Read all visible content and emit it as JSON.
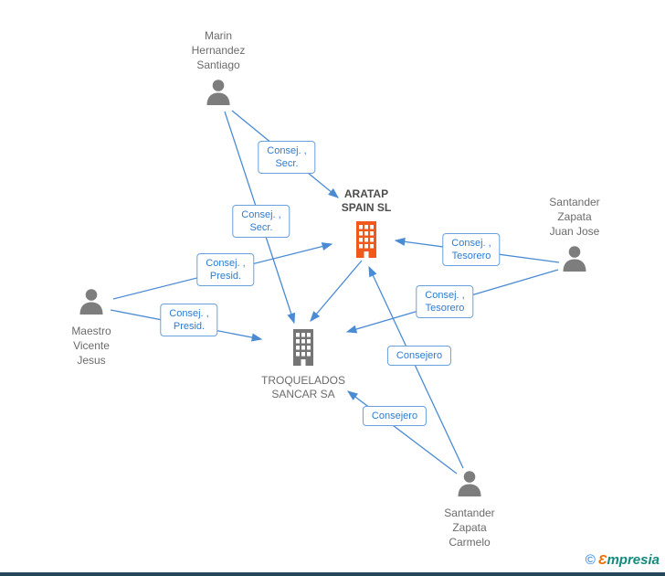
{
  "title": "Company relationships graph",
  "colors": {
    "edge_blue": "#4a8bd4",
    "edge_label_blue": "#2b7cd3",
    "edge_label_border": "#6aa1dc",
    "person_gray": "#7d7d7d",
    "company_gray": "#757575",
    "highlight_orange": "#f0581c",
    "node_label_gray": "#6b6b6b",
    "bottom_bar": "#25465a"
  },
  "nodes": {
    "marin": {
      "type": "person",
      "lines": [
        "Marin",
        "Hernandez",
        "Santiago"
      ]
    },
    "juanjose": {
      "type": "person",
      "lines": [
        "Santander",
        "Zapata",
        "Juan Jose"
      ]
    },
    "maestro": {
      "type": "person",
      "lines": [
        "Maestro",
        "Vicente",
        "Jesus"
      ]
    },
    "carmelo": {
      "type": "person",
      "lines": [
        "Santander",
        "Zapata",
        "Carmelo"
      ]
    },
    "aratap": {
      "type": "company",
      "highlighted": true,
      "lines": [
        "ARATAP",
        "SPAIN  SL"
      ]
    },
    "troquelados": {
      "type": "company",
      "highlighted": false,
      "lines": [
        "TROQUELADOS",
        "SANCAR SA"
      ]
    }
  },
  "edges": [
    {
      "from": "Marin Hernandez Santiago",
      "to": "ARATAP SPAIN SL",
      "label_lines": [
        "Consej. ,",
        "Secr."
      ]
    },
    {
      "from": "Marin Hernandez Santiago",
      "to": "TROQUELADOS SANCAR SA",
      "label_lines": [
        "Consej. ,",
        "Secr."
      ]
    },
    {
      "from": "Maestro Vicente Jesus",
      "to": "ARATAP SPAIN SL",
      "label_lines": [
        "Consej. ,",
        "Presid."
      ]
    },
    {
      "from": "Maestro Vicente Jesus",
      "to": "TROQUELADOS SANCAR SA",
      "label_lines": [
        "Consej. ,",
        "Presid."
      ]
    },
    {
      "from": "Santander Zapata Juan Jose",
      "to": "ARATAP SPAIN SL",
      "label_lines": [
        "Consej. ,",
        "Tesorero"
      ]
    },
    {
      "from": "Santander Zapata Juan Jose",
      "to": "TROQUELADOS SANCAR SA",
      "label_lines": [
        "Consej. ,",
        "Tesorero"
      ]
    },
    {
      "from": "Santander Zapata Carmelo",
      "to": "ARATAP SPAIN SL",
      "label_lines": [
        "Consejero"
      ]
    },
    {
      "from": "Santander Zapata Carmelo",
      "to": "TROQUELADOS SANCAR SA",
      "label_lines": [
        "Consejero"
      ]
    },
    {
      "from": "ARATAP SPAIN SL",
      "to": "TROQUELADOS SANCAR SA",
      "label_lines": []
    }
  ],
  "watermark": {
    "copyright": "©",
    "brand_initial": "Ɛ",
    "brand_rest": "mpresia"
  }
}
